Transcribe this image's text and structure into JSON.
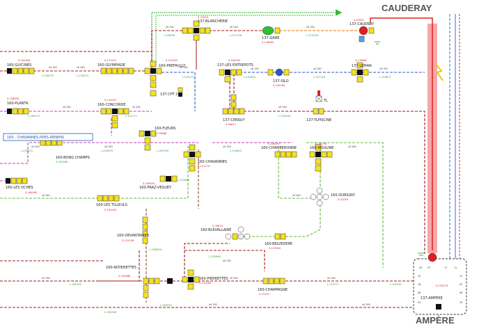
{
  "places": {
    "cauderay": "CAUDERAY",
    "ampere": "AMPÈRE"
  },
  "box_label": "160 - CHAVANNES-PRES-RENENS",
  "stations": [
    {
      "key": "blancherie",
      "name": "137-BLANCHERIE",
      "code": "S-72420"
    },
    {
      "key": "gare",
      "name": "137-GARE",
      "code": "S-118693"
    },
    {
      "key": "caudray",
      "name": "137-CAUDRAY",
      "code": "S-47631"
    },
    {
      "key": "glycines",
      "name": "160-GLYCINES",
      "code": "S-161828"
    },
    {
      "key": "olympiade",
      "name": "160-OLYMPIADE",
      "code": "S-171447"
    },
    {
      "key": "prefaully",
      "name": "160-PREFAULLY",
      "code": "S-151405"
    },
    {
      "key": "entrepots",
      "name": "137-LES ENTREPOTS",
      "code": "S-164250"
    },
    {
      "key": "leman",
      "name": "137-LEMAN",
      "code": "S-178662"
    },
    {
      "key": "silo",
      "name": "137-SILO",
      "code": "S-139160"
    },
    {
      "key": "cff",
      "name": "137-CFF 2",
      "code": ""
    },
    {
      "key": "planta",
      "name": "160-PLANTA",
      "code": "S-128830"
    },
    {
      "key": "concorde",
      "name": "160-CONCORDE",
      "code": "S-115047"
    },
    {
      "key": "censuy",
      "name": "137-CENSUY",
      "code": "S-94811"
    },
    {
      "key": "tlpiscine",
      "name": "137-TLPISCINE",
      "code": ""
    },
    {
      "key": "fleurs",
      "name": "160-FLEURS",
      "code": "S-179688"
    },
    {
      "key": "bongchamps",
      "name": "160-BONG CHAMPS",
      "code": "S-167469"
    },
    {
      "key": "chavannes",
      "name": "160-CHAVANNES",
      "code": "S-121174"
    },
    {
      "key": "chamberonne",
      "name": "160-CHAMBERONNE",
      "code": "S-146197"
    },
    {
      "key": "mouline",
      "name": "160-MOULINE",
      "code": "S-146776"
    },
    {
      "key": "oches",
      "name": "160-LES OCHES",
      "code": "S-164995"
    },
    {
      "key": "prazvegueu",
      "name": "160-PRAZ-VEGUEY",
      "code": "S-106353"
    },
    {
      "key": "dorigny",
      "name": "160-DORIGNY",
      "code": "S-41034"
    },
    {
      "key": "tilleuls",
      "name": "160-LES TILLEULS",
      "code": "S-134163"
    },
    {
      "key": "blevallaire",
      "name": "160-BLEVALLAIRE",
      "code": "S-76623"
    },
    {
      "key": "devantaires",
      "name": "160-DEVANTAIRES",
      "code": "S-125158"
    },
    {
      "key": "belvedere",
      "name": "160-BELVEDERE",
      "code": "S-157642"
    },
    {
      "key": "noyerettes",
      "name": "160-NOYERETTES",
      "code": "S-102668"
    },
    {
      "key": "pierrettes",
      "name": "160-PIERRETTES",
      "code": "S-115285"
    },
    {
      "key": "champagne",
      "name": "160-CHAMPAGNE",
      "code": "S-70141"
    },
    {
      "key": "ampere",
      "name": "137-AMPERE",
      "code": "S-153279"
    }
  ],
  "misc": {
    "tl": "TL"
  },
  "ampere_panel": {
    "top": [
      "09",
      "07",
      "17",
      "11"
    ],
    "left": [
      "10",
      "16",
      "08",
      "03"
    ],
    "right": [
      "12",
      "02",
      "06",
      "15"
    ]
  },
  "cable_labels": [
    {
      "text": "x0 150"
    },
    {
      "text": "x0 150"
    },
    {
      "text": "x0 150"
    },
    {
      "text": "x0 150"
    },
    {
      "text": "x0 240"
    },
    {
      "text": "x0 240"
    },
    {
      "text": "x0 150"
    },
    {
      "text": "x0 240"
    },
    {
      "text": "x0 150"
    },
    {
      "text": "x0 240"
    },
    {
      "text": "x0 240"
    },
    {
      "text": "x0 150"
    },
    {
      "text": "x0 240"
    },
    {
      "text": "x0 240"
    },
    {
      "text": "x0 150"
    },
    {
      "text": "x0 240"
    },
    {
      "text": "x0 240"
    },
    {
      "text": "x0 240"
    },
    {
      "text": "x0 150"
    },
    {
      "text": "x0 150"
    },
    {
      "text": "x0 240"
    },
    {
      "text": "x0 240"
    },
    {
      "text": "x0 150"
    },
    {
      "text": "x0 240"
    }
  ],
  "cable_ids": [
    {
      "text": "L-196761"
    },
    {
      "text": "L-211726"
    },
    {
      "text": "L-172516"
    },
    {
      "text": "L-228276"
    },
    {
      "text": "L-129574"
    },
    {
      "text": "L-225173"
    },
    {
      "text": "L-131809"
    },
    {
      "text": "L-197140"
    },
    {
      "text": "L-216671"
    },
    {
      "text": "L-235208"
    },
    {
      "text": "L-122177"
    },
    {
      "text": "L-180775"
    },
    {
      "text": "L-233015"
    },
    {
      "text": "L-233476"
    },
    {
      "text": "L-167250"
    },
    {
      "text": "L-116643"
    },
    {
      "text": "L-219642"
    },
    {
      "text": "L-236004"
    },
    {
      "text": "L-229664"
    },
    {
      "text": "L-181232"
    },
    {
      "text": "L-163432"
    },
    {
      "text": "L-119717"
    },
    {
      "text": "L-182236"
    },
    {
      "text": "L-152022"
    }
  ]
}
